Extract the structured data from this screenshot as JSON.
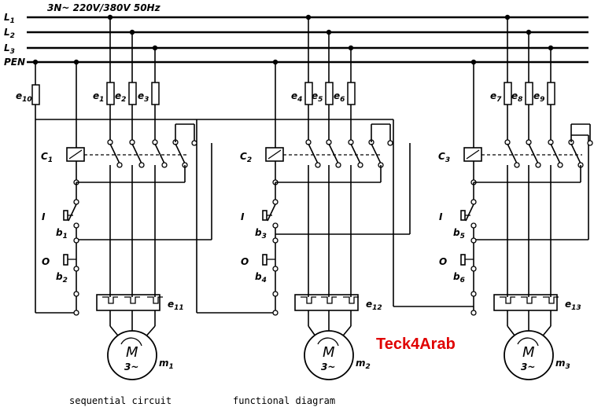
{
  "supply": {
    "spec": "3N~ 220V/380V 50Hz"
  },
  "bus_labels": [
    "L1",
    "L2",
    "L3",
    "PEN"
  ],
  "supply_fuse": "e10",
  "units": [
    {
      "fuses": [
        "e1",
        "e2",
        "e3"
      ],
      "contactor": "C1",
      "start_button": {
        "symbol": "I",
        "label": "b1"
      },
      "stop_button": {
        "symbol": "O",
        "label": "b2"
      },
      "overload": "e11",
      "motor": {
        "symbol": "M",
        "sub": "3~",
        "label": "m1"
      }
    },
    {
      "fuses": [
        "e4",
        "e5",
        "e6"
      ],
      "contactor": "C2",
      "start_button": {
        "symbol": "I",
        "label": "b3"
      },
      "stop_button": {
        "symbol": "O",
        "label": "b4"
      },
      "overload": "e12",
      "motor": {
        "symbol": "M",
        "sub": "3~",
        "label": "m2"
      }
    },
    {
      "fuses": [
        "e7",
        "e8",
        "e9"
      ],
      "contactor": "C3",
      "start_button": {
        "symbol": "I",
        "label": "b5"
      },
      "stop_button": {
        "symbol": "O",
        "label": "b6"
      },
      "overload": "e13",
      "motor": {
        "symbol": "M",
        "sub": "3~",
        "label": "m3"
      }
    }
  ],
  "watermark": "Teck4Arab",
  "captions": [
    "sequential circuit",
    "functional diagram"
  ]
}
